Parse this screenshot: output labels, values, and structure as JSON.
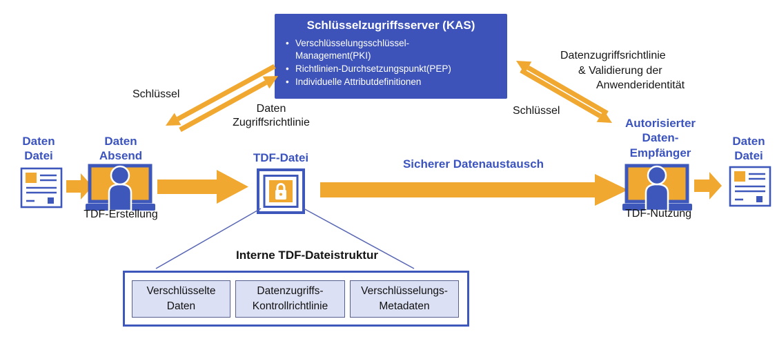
{
  "diagram": {
    "kas": {
      "title": "Schlüsselzugriffsserver (KAS)",
      "bullets": [
        "Verschlüsselungsschlüssel-\nManagement(PKI)",
        "Richtlinien-Durchsetzungspunkt(PEP)",
        "Individuelle Attributdefinitionen"
      ]
    },
    "left_exchange": {
      "key_label": "Schlüssel",
      "policy_label": "Daten\nZugriffsrichtlinie"
    },
    "right_exchange": {
      "key_label": "Schlüssel",
      "policy_lines": [
        "Datenzugriffsrichtlinie",
        "& Validierung der",
        "Anwenderidentität"
      ]
    },
    "flow": {
      "source_file_label": "Daten\nDatei",
      "sender_label": "Daten\nAbsend",
      "sender_caption": "TDF-Erstellung",
      "tdf_file_label": "TDF-Datei",
      "exchange_label": "Sicherer Datenaustausch",
      "receiver_label": "Autorisierter\nDaten-\nEmpfänger",
      "receiver_caption": "TDF-Nutzung",
      "dest_file_label": "Daten\nDatei"
    },
    "structure": {
      "title": "Interne TDF-Dateistruktur",
      "boxes": [
        "Verschlüsselte\nDaten",
        "Datenzugriffs-\nKontrollrichtlinie",
        "Verschlüsselungs-\nMetadaten"
      ]
    },
    "icons": {
      "document": "document-icon",
      "sender": "user-laptop-icon",
      "tdf_lock": "tdf-lock-icon",
      "receiver": "user-laptop-icon",
      "arrow": "flow-arrow-icon"
    },
    "colors": {
      "blue": "#3D53B9",
      "blue_text": "#3B53BE",
      "orange": "#F0A830",
      "lavender": "#DCE0F4"
    }
  }
}
